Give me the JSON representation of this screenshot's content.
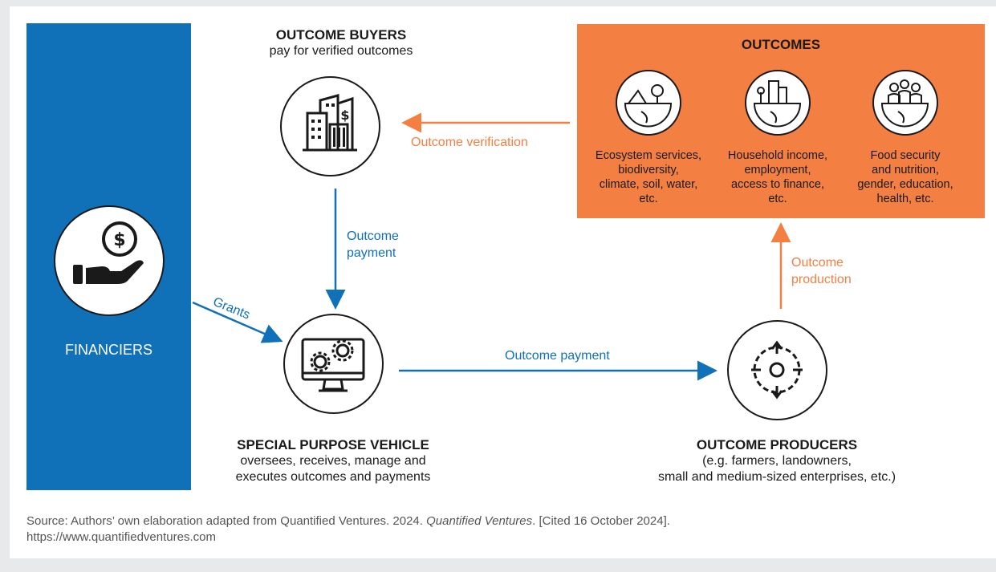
{
  "financiers": {
    "label": "FINANCIERS"
  },
  "buyers": {
    "title": "OUTCOME BUYERS",
    "subtitle": "pay for verified outcomes"
  },
  "outcomes": {
    "title": "OUTCOMES",
    "items": [
      {
        "icon": "ecosystem-icon",
        "lines": [
          "Ecosystem services,",
          "biodiversity,",
          "climate, soil, water,",
          "etc."
        ]
      },
      {
        "icon": "household-icon",
        "lines": [
          "Household income,",
          "employment,",
          "access to finance,",
          "etc."
        ]
      },
      {
        "icon": "people-icon",
        "lines": [
          "Food security",
          "and nutrition,",
          "gender, education,",
          "health, etc."
        ]
      }
    ]
  },
  "spv": {
    "title": "SPECIAL PURPOSE VEHICLE",
    "line1": "oversees, receives, manage and",
    "line2": "executes outcomes and payments"
  },
  "producers": {
    "title": "OUTCOME PRODUCERS",
    "line1": "(e.g. farmers, landowners,",
    "line2": "small and medium-sized enterprises, etc.)"
  },
  "flows": {
    "grants": "Grants",
    "outcome_verification": "Outcome verification",
    "outcome_payment_vertical_1": "Outcome",
    "outcome_payment_vertical_2": "payment",
    "outcome_payment_horizontal": "Outcome payment",
    "outcome_production_1": "Outcome",
    "outcome_production_2": "production"
  },
  "source": {
    "prefix": "Source: Authors’ own elaboration adapted from Quantified Ventures. 2024. ",
    "italic": "Quantified Ventures",
    "suffix": ". [Cited 16 October 2024].",
    "url": "https://www.quantifiedventures.com"
  },
  "colors": {
    "blue": "#1070b8",
    "orange": "#f37f43",
    "background": "#e8e9eb"
  }
}
